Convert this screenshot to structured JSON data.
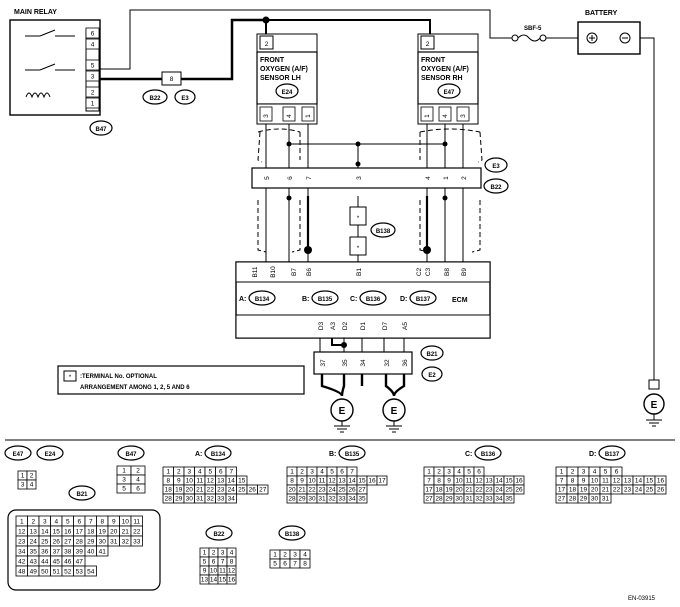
{
  "main_relay": {
    "title": "MAIN RELAY",
    "pins": [
      "6",
      "4",
      "5",
      "3",
      "2",
      "1"
    ],
    "ref": "B47"
  },
  "fuse": {
    "label": "SBF-5"
  },
  "battery": {
    "label": "BATTERY"
  },
  "sensor_lh": {
    "pin_top": "2",
    "l1": "FRONT",
    "l2": "OXYGEN (A/F)",
    "l3": "SENSOR LH",
    "ref": "E24",
    "pins": [
      "3",
      "4",
      "1"
    ]
  },
  "sensor_rh": {
    "pin_top": "2",
    "l1": "FRONT",
    "l2": "OXYGEN (A/F)",
    "l3": "SENSOR RH",
    "ref": "E47",
    "pins": [
      "1",
      "4",
      "3"
    ]
  },
  "relay_conn": {
    "pin": "8",
    "refs": [
      "B22",
      "E3"
    ]
  },
  "joint": {
    "pins": [
      "5",
      "6",
      "7",
      "3",
      "4",
      "1",
      "2"
    ],
    "refs": [
      "E3",
      "B22"
    ]
  },
  "b138": {
    "ref": "B138",
    "star": "*"
  },
  "ecm": {
    "top_pins": [
      "B11",
      "B10",
      "B7",
      "B6",
      "B1",
      "C2",
      "C3",
      "B8",
      "B9"
    ],
    "label": "ECM",
    "prefixes": [
      "A:",
      "B:",
      "C:",
      "D:"
    ],
    "conns": [
      "B134",
      "B135",
      "B136",
      "B137"
    ],
    "bottom_pins": [
      "D3",
      "A3",
      "D2",
      "D1",
      "D7",
      "A5"
    ]
  },
  "ground_conn": {
    "pins": [
      "37",
      "35",
      "34",
      "32",
      "36"
    ],
    "refs": [
      "B21",
      "E2"
    ]
  },
  "ground": {
    "symbol": "E"
  },
  "legend": {
    "star": "*",
    "line1": ":TERMINAL No. OPTIONAL",
    "line2": "ARRANGEMENT AMONG 1, 2, 5 AND 6"
  },
  "connectors": {
    "e47": {
      "ref": "E47",
      "rows": [
        [
          "1",
          "2"
        ],
        [
          "3",
          "4"
        ]
      ]
    },
    "e24": {
      "ref": "E24"
    },
    "b47": {
      "ref": "B47",
      "rows": [
        [
          "1",
          "2"
        ],
        [
          "3",
          "4"
        ],
        [
          "5",
          "6"
        ]
      ]
    },
    "b134": {
      "prefix": "A:",
      "ref": "B134",
      "rows": [
        [
          "1",
          "2",
          "3",
          "4",
          "5",
          "6",
          "7"
        ],
        [
          "8",
          "9",
          "10",
          "11",
          "12",
          "13",
          "14",
          "15"
        ],
        [
          "18",
          "19",
          "20",
          "21",
          "22",
          "23",
          "24",
          "25",
          "26",
          "27"
        ],
        [
          "28",
          "29",
          "30",
          "31",
          "32",
          "33",
          "34"
        ]
      ]
    },
    "b135": {
      "prefix": "B:",
      "ref": "B135",
      "rows": [
        [
          "1",
          "2",
          "3",
          "4",
          "5",
          "6",
          "7"
        ],
        [
          "8",
          "9",
          "10",
          "11",
          "12",
          "13",
          "14",
          "15",
          "16",
          "17"
        ],
        [
          "20",
          "21",
          "22",
          "23",
          "24",
          "25",
          "26",
          "27"
        ],
        [
          "28",
          "29",
          "30",
          "31",
          "32",
          "33",
          "34",
          "35"
        ]
      ]
    },
    "b136": {
      "prefix": "C:",
      "ref": "B136",
      "rows": [
        [
          "1",
          "2",
          "3",
          "4",
          "5",
          "6"
        ],
        [
          "7",
          "8",
          "9",
          "10",
          "11",
          "12",
          "13",
          "14",
          "15",
          "16"
        ],
        [
          "17",
          "18",
          "19",
          "20",
          "21",
          "22",
          "23",
          "24",
          "25",
          "26"
        ],
        [
          "27",
          "28",
          "29",
          "30",
          "31",
          "32",
          "33",
          "34",
          "35"
        ]
      ]
    },
    "b137": {
      "prefix": "D:",
      "ref": "B137",
      "rows": [
        [
          "1",
          "2",
          "3",
          "4",
          "5",
          "6"
        ],
        [
          "7",
          "8",
          "9",
          "10",
          "11",
          "12",
          "13",
          "14",
          "15",
          "16"
        ],
        [
          "17",
          "18",
          "19",
          "20",
          "21",
          "22",
          "23",
          "24",
          "25",
          "26"
        ],
        [
          "27",
          "28",
          "29",
          "30",
          "31"
        ]
      ]
    },
    "b21": {
      "ref": "B21",
      "rows": [
        [
          "1",
          "2",
          "3",
          "4",
          "5",
          "6",
          "7",
          "8",
          "9",
          "10",
          "11"
        ],
        [
          "12",
          "13",
          "14",
          "15",
          "16",
          "17",
          "18",
          "19",
          "20",
          "21",
          "22"
        ],
        [
          "23",
          "24",
          "25",
          "26",
          "27",
          "28",
          "29",
          "30",
          "31",
          "32",
          "33"
        ],
        [
          "34",
          "35",
          "36",
          "37",
          "38",
          "39",
          "40",
          "41"
        ],
        [
          "42",
          "43",
          "44",
          "45",
          "46",
          "47"
        ],
        [
          "48",
          "49",
          "50",
          "51",
          "52",
          "53",
          "54"
        ]
      ]
    },
    "b22": {
      "ref": "B22",
      "rows": [
        [
          "1",
          "2",
          "3",
          "4"
        ],
        [
          "5",
          "6",
          "7",
          "8"
        ],
        [
          "9",
          "10",
          "11",
          "12"
        ],
        [
          "13",
          "14",
          "15",
          "16"
        ]
      ]
    },
    "b138": {
      "ref": "B138",
      "rows": [
        [
          "1",
          "2",
          "3",
          "4"
        ],
        [
          "5",
          "6",
          "7",
          "8"
        ]
      ]
    }
  },
  "footer": {
    "code": "EN-03915"
  }
}
